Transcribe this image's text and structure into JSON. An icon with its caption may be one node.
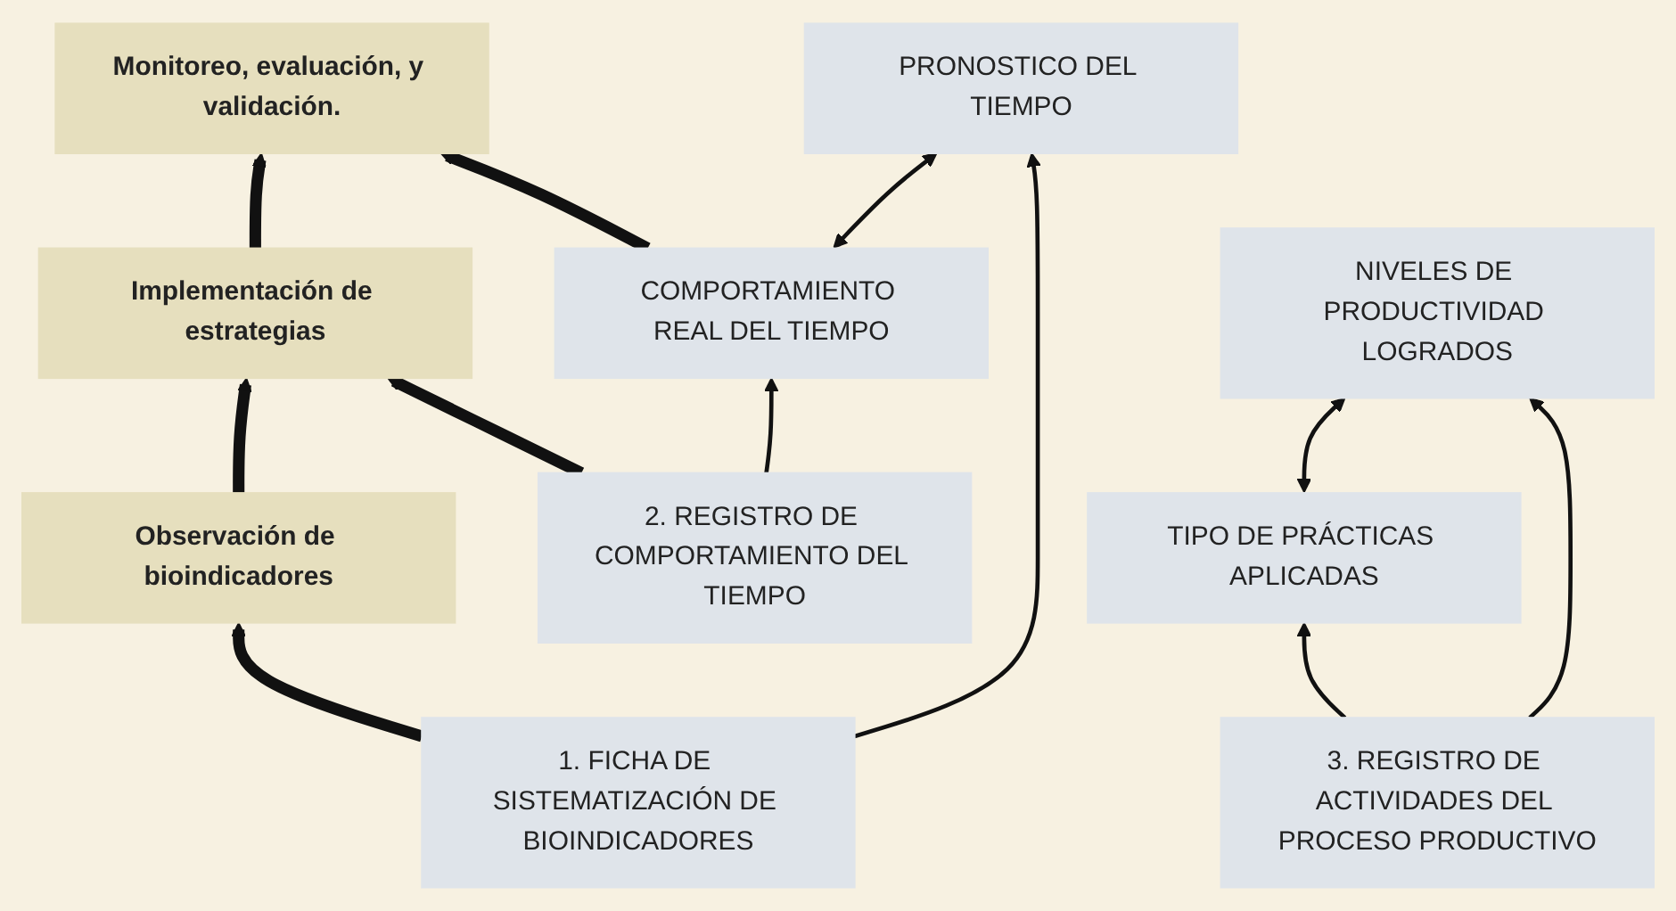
{
  "diagram": {
    "nodes": [
      {
        "text": [
          "Observación de bioindicadores"
        ]
      },
      {
        "text": [
          "Implementación de estrategias"
        ]
      },
      {
        "text": [
          "Monitoreo, evaluación, y validación."
        ]
      },
      {
        "text": [
          "2. REGISTRO DE COMPORTAMIENTO DEL TIEMPO"
        ]
      },
      {
        "text": [
          "COMPORTAMIENTO REAL DEL TIEMPO"
        ]
      },
      {
        "text": [
          "1. FICHA DE SISTEMATIZACIÓN DE BIOINDICADORES"
        ]
      },
      {
        "text": [
          "PRONOSTICO DEL TIEMPO"
        ]
      },
      {
        "text": [
          "3. REGISTRO DE ACTIVIDADES DEL PROCESO PRODUCTIVO"
        ]
      },
      {
        "text": [
          "TIPO DE PRÁCTICAS APLICADAS"
        ]
      },
      {
        "text": [
          "NIVELES DE PRODUCTIVIDAD LOGRADOS"
        ]
      }
    ],
    "edges": [
      {
        "from": 0,
        "to": 1,
        "arrow": "to",
        "style": "thick"
      },
      {
        "from": 1,
        "to": 2,
        "arrow": "to",
        "style": "thick"
      },
      {
        "from": 5,
        "to": 0,
        "arrow": "to",
        "style": "thick"
      },
      {
        "from": 3,
        "to": 1,
        "arrow": "to",
        "style": "thick"
      },
      {
        "from": 4,
        "to": 2,
        "arrow": "to",
        "style": "thick"
      },
      {
        "from": 3,
        "to": 4,
        "arrow": "to"
      },
      {
        "from": 4,
        "to": 6,
        "arrow": "both"
      },
      {
        "from": 5,
        "to": 6,
        "arrow": "to"
      },
      {
        "from": 7,
        "to": 8,
        "arrow": "to"
      },
      {
        "from": 7,
        "to": 9,
        "arrow": "to"
      },
      {
        "from": 8,
        "to": 9,
        "arrow": "both"
      }
    ]
  }
}
